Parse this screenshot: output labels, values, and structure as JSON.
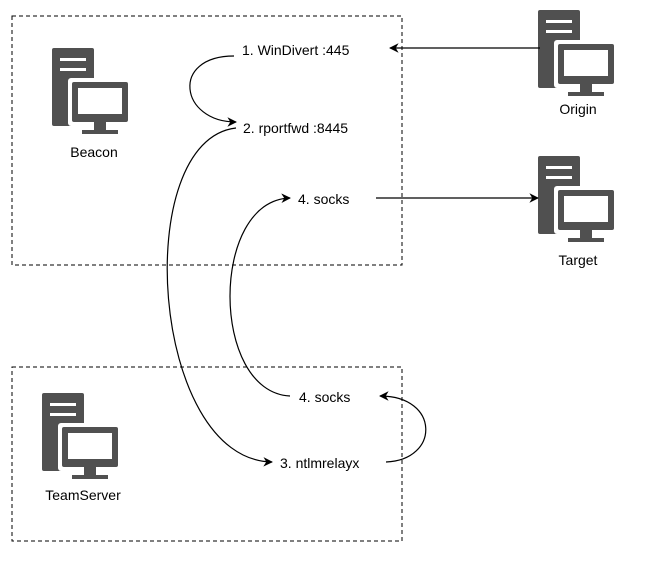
{
  "nodes": {
    "beacon": {
      "label": "Beacon",
      "icon": "server-computer-icon"
    },
    "origin": {
      "label": "Origin",
      "icon": "server-computer-icon"
    },
    "target": {
      "label": "Target",
      "icon": "server-computer-icon"
    },
    "teamserver": {
      "label": "TeamServer",
      "icon": "server-computer-icon"
    }
  },
  "steps": {
    "windivert": "1. WinDivert :445",
    "rportfwd": "2. rportfwd :8445",
    "socks_beacon": "4. socks",
    "socks_teamserver": "4. socks",
    "ntlmrelayx": "3. ntlmrelayx"
  },
  "colors": {
    "icon_fill": "#505050",
    "line": "#000000",
    "background": "#ffffff"
  }
}
